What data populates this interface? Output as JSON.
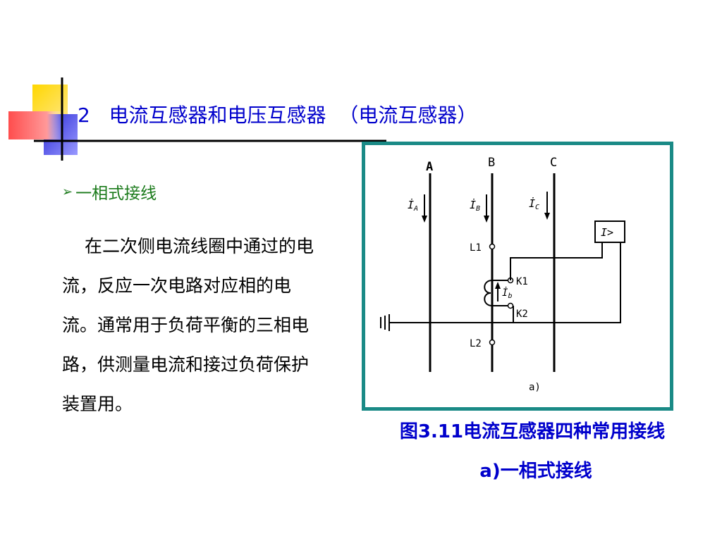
{
  "header": {
    "title": "2   电流互感器和电压互感器  （电流互感器）"
  },
  "section": {
    "bullet": "一相式接线"
  },
  "body": {
    "paragraph": "在二次侧电流线圈中通过的电流，反应一次电路对应相的电流。通常用于负荷平衡的三相电路，供测量电流和接过负荷保护装置用。"
  },
  "figure": {
    "caption": "图3.11电流互感器四种常用接线",
    "subcaption": "a)一相式接线",
    "labels": {
      "phase_a": "A",
      "phase_b": "B",
      "phase_c": "C",
      "relay": "I>",
      "l1": "L1",
      "l2": "L2",
      "k1": "K1",
      "k2": "K2",
      "sub": "a)"
    }
  },
  "colors": {
    "title": "#0000cc",
    "bullet": "#1a7a1a",
    "frame": "#1a8a86",
    "deco_yellow": "#ffcc00",
    "deco_red": "#ff3333",
    "deco_blue": "#3333cc"
  }
}
